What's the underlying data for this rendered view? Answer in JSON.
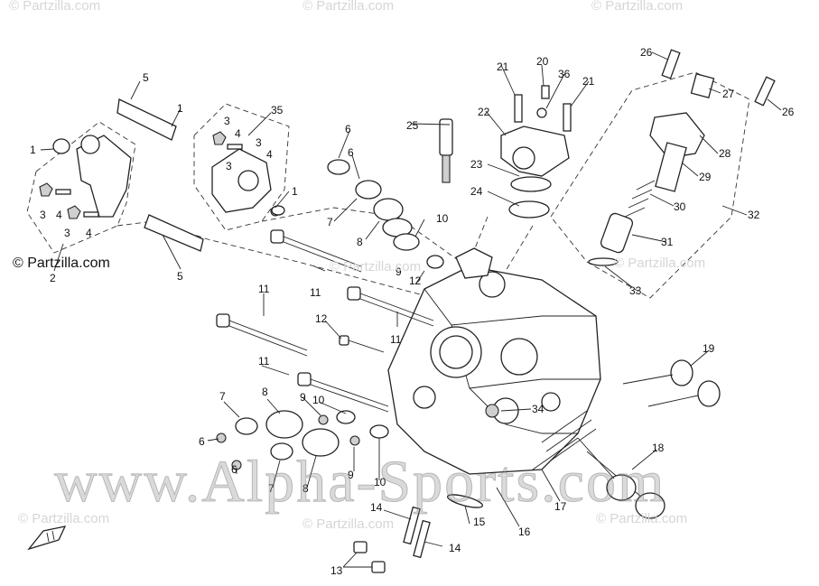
{
  "watermarks": {
    "partzilla": "© Partzilla.com",
    "copyright_label": "© Partzilla.com",
    "alpha": "www.Alpha-Sports.com"
  },
  "callouts": {
    "c1a": "1",
    "c1b": "1",
    "c1c": "1",
    "c2": "2",
    "c3a": "3",
    "c3b": "3",
    "c3c": "3",
    "c3d": "3",
    "c3e": "3",
    "c4a": "4",
    "c4b": "4",
    "c4c": "4",
    "c4d": "4",
    "c5a": "5",
    "c5b": "5",
    "c6a": "6",
    "c6b": "6",
    "c6c": "6",
    "c6d": "6",
    "c7a": "7",
    "c7b": "7",
    "c7c": "7",
    "c8a": "8",
    "c8b": "8",
    "c8c": "8",
    "c9a": "9",
    "c9b": "9",
    "c9c": "9",
    "c10a": "10",
    "c10b": "10",
    "c10c": "10",
    "c11a": "11",
    "c11b": "11",
    "c11c": "11",
    "c11d": "11",
    "c12a": "12",
    "c12b": "12",
    "c13": "13",
    "c14a": "14",
    "c14b": "14",
    "c15": "15",
    "c16": "16",
    "c17": "17",
    "c18": "18",
    "c19": "19",
    "c20": "20",
    "c21a": "21",
    "c21b": "21",
    "c22": "22",
    "c23": "23",
    "c24": "24",
    "c25": "25",
    "c26a": "26",
    "c26b": "26",
    "c27": "27",
    "c28": "28",
    "c29": "29",
    "c30": "30",
    "c31": "31",
    "c32": "32",
    "c33": "33",
    "c34": "34",
    "c35": "35",
    "c36": "36"
  }
}
